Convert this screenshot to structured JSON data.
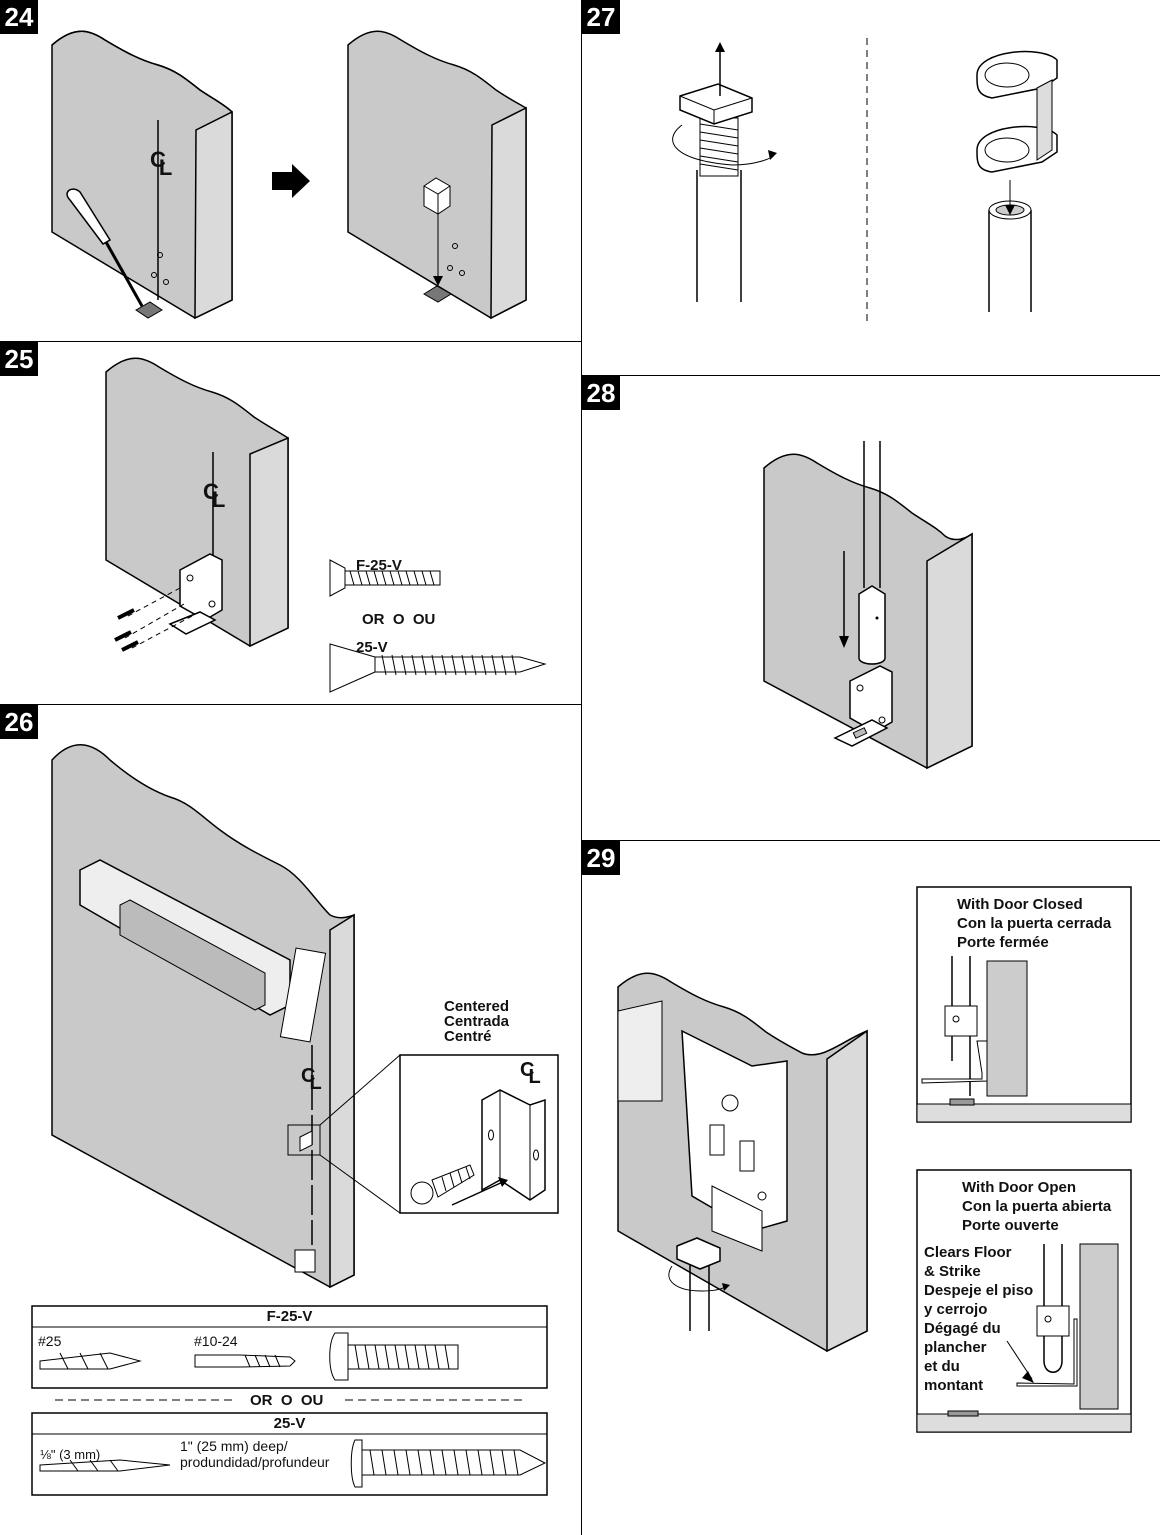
{
  "steps": {
    "s24": "24",
    "s25": "25",
    "s26": "26",
    "s27": "27",
    "s28": "28",
    "s29": "29"
  },
  "symbols": {
    "centerline_c": "C",
    "centerline_l": "L"
  },
  "step25": {
    "screw_a": "F-25-V",
    "or": "OR  O  OU",
    "screw_b": "25-V"
  },
  "step26": {
    "centered": [
      "Centered",
      "Centrada",
      "Centré"
    ],
    "table_a": {
      "title": "F-25-V",
      "drill": "#25",
      "tap": "#10-24"
    },
    "or": "OR  O  OU",
    "table_b": {
      "title": "25-V",
      "drill": "⅛\" (3 mm)",
      "depth": [
        "1\" (25 mm) deep/",
        "produndidad/profundeur"
      ]
    }
  },
  "step29": {
    "closed": [
      "With Door Closed",
      "Con la puerta cerrada",
      "Porte fermée"
    ],
    "open": [
      "With Door Open",
      "Con la puerta abierta",
      "Porte ouverte"
    ],
    "clears": [
      "Clears Floor",
      "& Strike",
      "Despeje el piso",
      "y cerrojo",
      "Dégagé du",
      "plancher",
      "et du",
      "montant"
    ]
  }
}
